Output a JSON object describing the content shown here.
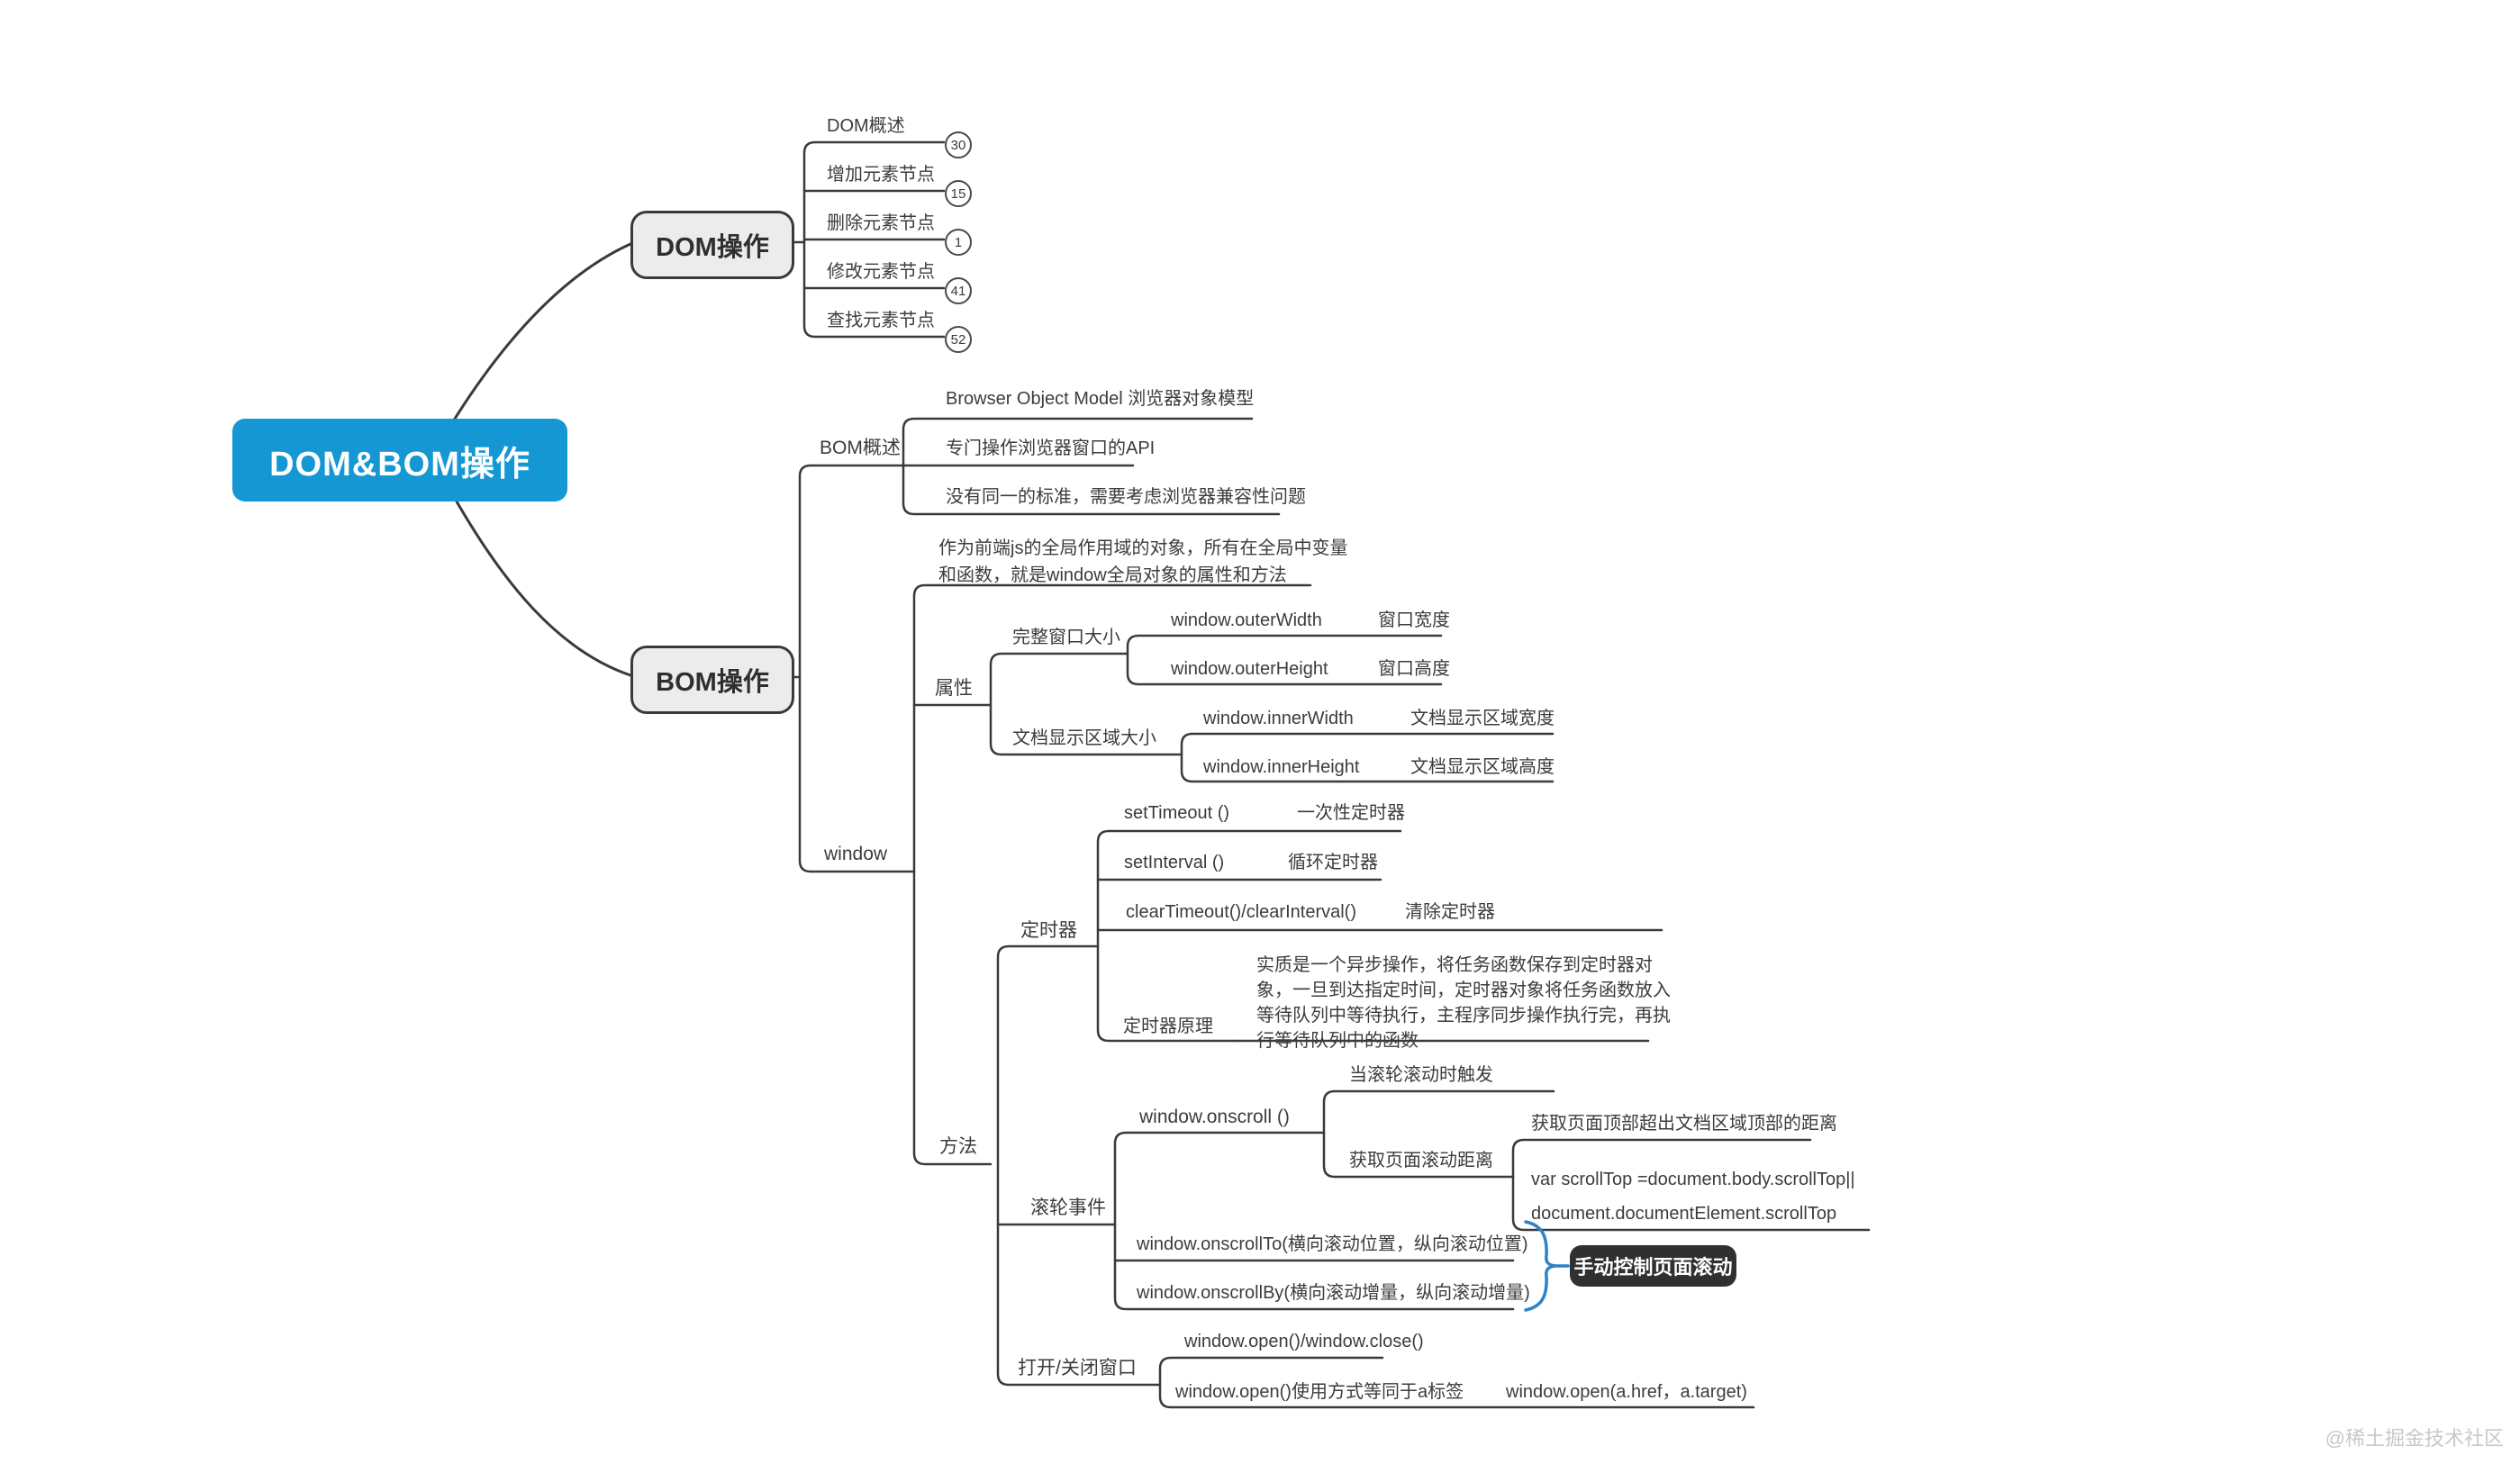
{
  "colors": {
    "root_bg": "#1597d4",
    "line": "#3a3a3a",
    "box_fill": "#ececec",
    "pill_bg": "#303030",
    "brace_blue": "#2e82c6"
  },
  "root": {
    "label": "DOM&BOM操作"
  },
  "dom": {
    "label": "DOM操作",
    "children": [
      {
        "label": "DOM概述",
        "badge": "30"
      },
      {
        "label": "增加元素节点",
        "badge": "15"
      },
      {
        "label": "删除元素节点",
        "badge": "1"
      },
      {
        "label": "修改元素节点",
        "badge": "41"
      },
      {
        "label": "查找元素节点",
        "badge": "52"
      }
    ]
  },
  "bom": {
    "label": "BOM操作",
    "overview": {
      "label": "BOM概述",
      "children": [
        {
          "label": "Browser Object Model 浏览器对象模型"
        },
        {
          "label": "专门操作浏览器窗口的API"
        },
        {
          "label": "没有同一的标准，需要考虑浏览器兼容性问题"
        }
      ]
    },
    "window": {
      "label": "window",
      "description": "作为前端js的全局作用域的对象，所有在全局中变量\n和函数，就是window全局对象的属性和方法",
      "props": {
        "label": "属性",
        "full_window": {
          "label": "完整窗口大小",
          "items": [
            {
              "code": "window.outerWidth",
              "desc": "窗口宽度"
            },
            {
              "code": "window.outerHeight",
              "desc": "窗口高度"
            }
          ]
        },
        "doc_area": {
          "label": "文档显示区域大小",
          "items": [
            {
              "code": "window.innerWidth",
              "desc": "文档显示区域宽度"
            },
            {
              "code": "window.innerHeight",
              "desc": "文档显示区域高度"
            }
          ]
        }
      },
      "methods": {
        "label": "方法",
        "timer": {
          "label": "定时器",
          "items": [
            {
              "code": "setTimeout ()",
              "desc": "一次性定时器"
            },
            {
              "code": "setInterval ()",
              "desc": "循环定时器"
            },
            {
              "code": "clearTimeout()/clearInterval()",
              "desc": "清除定时器"
            }
          ],
          "principle": {
            "label": "定时器原理",
            "text": "实质是一个异步操作，将任务函数保存到定时器对\n象，一旦到达指定时间，定时器对象将任务函数放入\n等待队列中等待执行，主程序同步操作执行完，再执\n行等待队列中的函数"
          }
        },
        "scroll": {
          "label": "滚轮事件",
          "onscroll": {
            "label": "window.onscroll ()",
            "trigger": "当滚轮滚动时触发",
            "distance": {
              "label": "获取页面滚动距离",
              "desc": "获取页面顶部超出文档区域顶部的距离",
              "code": "var scrollTop =document.body.scrollTop||\ndocument.documentElement.scrollTop"
            }
          },
          "scroll_to": "window.onscrollTo(横向滚动位置，纵向滚动位置)",
          "scroll_by": "window.onscrollBy(横向滚动增量，纵向滚动增量)",
          "summary": "手动控制页面滚动"
        },
        "open_close": {
          "label": "打开/关闭窗口",
          "open_close_code": "window.open()/window.close()",
          "usage": "window.open()使用方式等同于a标签",
          "usage_code": "window.open(a.href，a.target)"
        }
      }
    }
  },
  "watermark": "@稀土掘金技术社区"
}
